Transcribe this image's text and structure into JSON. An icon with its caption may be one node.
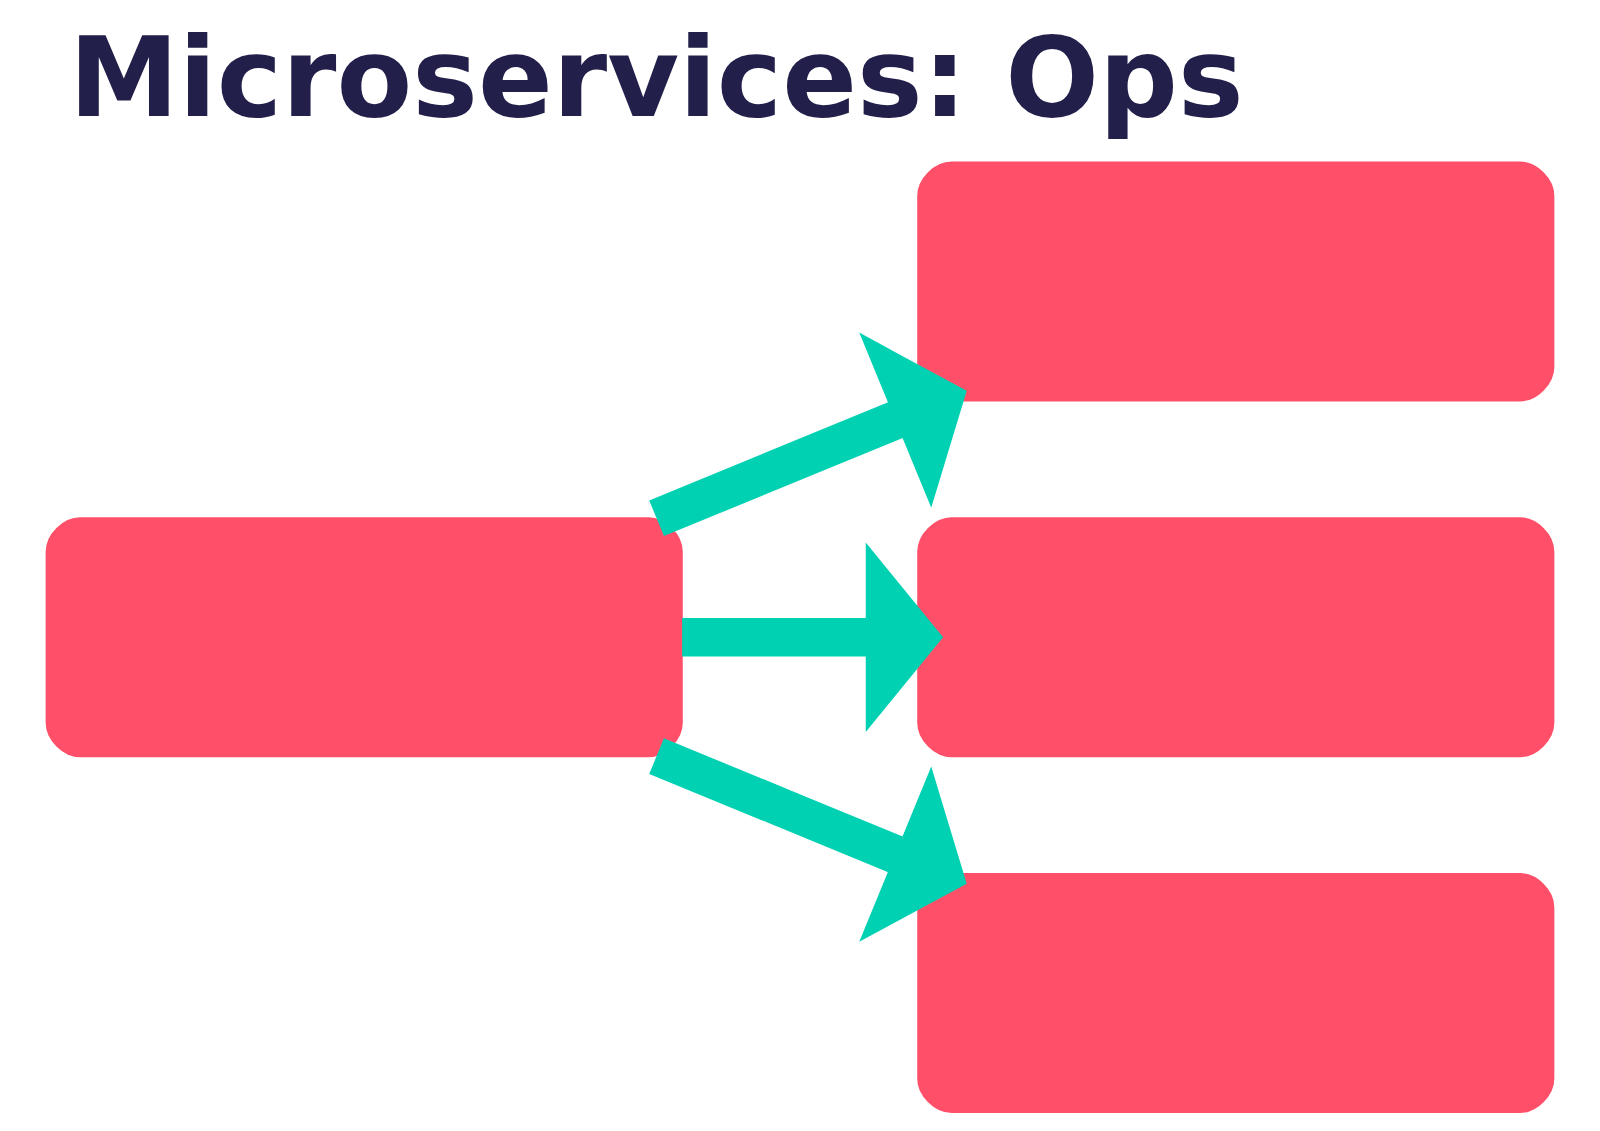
{
  "diagram": {
    "title": "Microservices: Ops",
    "nodes": [
      {
        "text": [],
        "shape": "box"
      },
      {
        "text": [],
        "shape": "box"
      },
      {
        "text": [],
        "shape": "box"
      },
      {
        "text": [],
        "shape": "box"
      }
    ],
    "edges": [
      {
        "from": 0,
        "to": 1,
        "arrow": "to"
      },
      {
        "from": 0,
        "to": 2,
        "arrow": "to"
      },
      {
        "from": 0,
        "to": 3,
        "arrow": "to"
      }
    ]
  }
}
